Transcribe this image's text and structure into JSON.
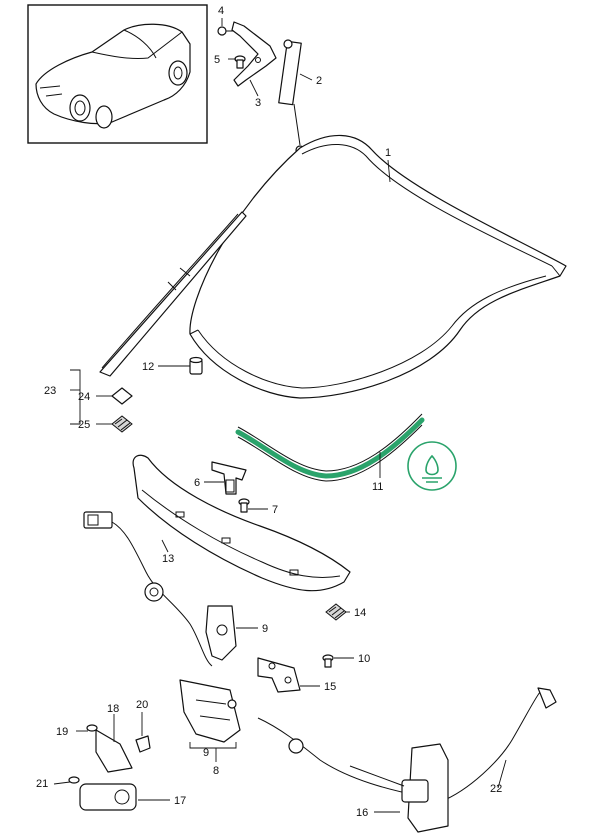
{
  "colors": {
    "seal": "#2aa36b",
    "line": "#111111",
    "frame": "#111111"
  },
  "callouts": {
    "c1": "1",
    "c2": "2",
    "c3": "3",
    "c4": "4",
    "c5": "5",
    "c6": "6",
    "c7": "7",
    "c8": "8",
    "c9a": "9",
    "c9b": "9",
    "c10": "10",
    "c11": "11",
    "c12": "12",
    "c13": "13",
    "c14": "14",
    "c15": "15",
    "c16": "16",
    "c17": "17",
    "c18": "18",
    "c19": "19",
    "c20": "20",
    "c21": "21",
    "c22": "22",
    "c23": "23",
    "c24": "24",
    "c25": "25"
  },
  "icons": {
    "car_thumbnail": "car-thumbnail-icon",
    "seal_symbol": "lubricant-symbol-icon"
  }
}
